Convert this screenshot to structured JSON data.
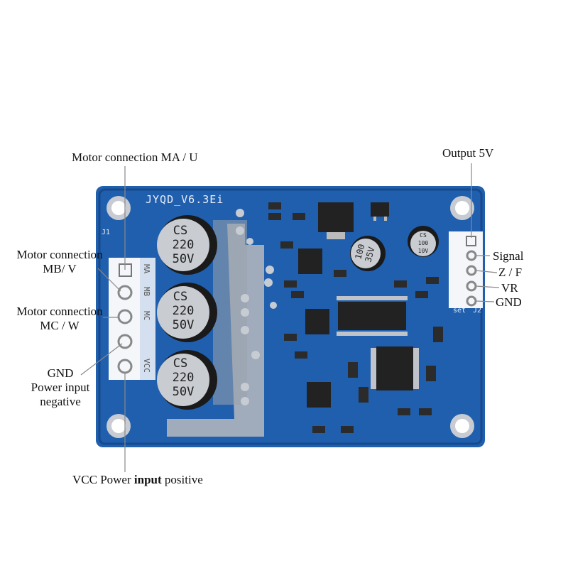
{
  "board": {
    "model_text": "JYQD_V6.3Ei",
    "j1_label": "J1",
    "j2_label": "J2",
    "set_label": "set",
    "motor_pin_silk": [
      "MA",
      "MB",
      "MC",
      "",
      "VCC"
    ],
    "capacitors": [
      {
        "line1": "CS",
        "line2": "220",
        "line3": "50V"
      },
      {
        "line1": "CS",
        "line2": "220",
        "line3": "50V"
      },
      {
        "line1": "CS",
        "line2": "220",
        "line3": "50V"
      }
    ],
    "cap_mid": {
      "line1": "100",
      "line2": "35V"
    },
    "cap_small": {
      "line1": "CS",
      "line2": "100",
      "line3": "10V"
    },
    "colors": {
      "pcb": "#1f5fae",
      "pcb_dark": "#174a8c",
      "silk": "#e8eef8",
      "header": "#f4f6fa",
      "cap_alu": "#c9ccd1",
      "cap_top": "#1a1a1a"
    }
  },
  "labels": {
    "motor_ma": "Motor connection MA / U",
    "motor_mb_1": "Motor connection",
    "motor_mb_2": "MB/ V",
    "motor_mc_1": "Motor connection",
    "motor_mc_2": "MC / W",
    "gnd_1": "GND",
    "gnd_2": "Power input",
    "gnd_3": "negative",
    "vcc_pre": "VCC Power ",
    "vcc_bold": "input",
    "vcc_post": " positive",
    "output_5v": "Output 5V",
    "signal": "Signal",
    "zf": "Z / F",
    "vr": "VR",
    "gnd_right": "GND"
  }
}
